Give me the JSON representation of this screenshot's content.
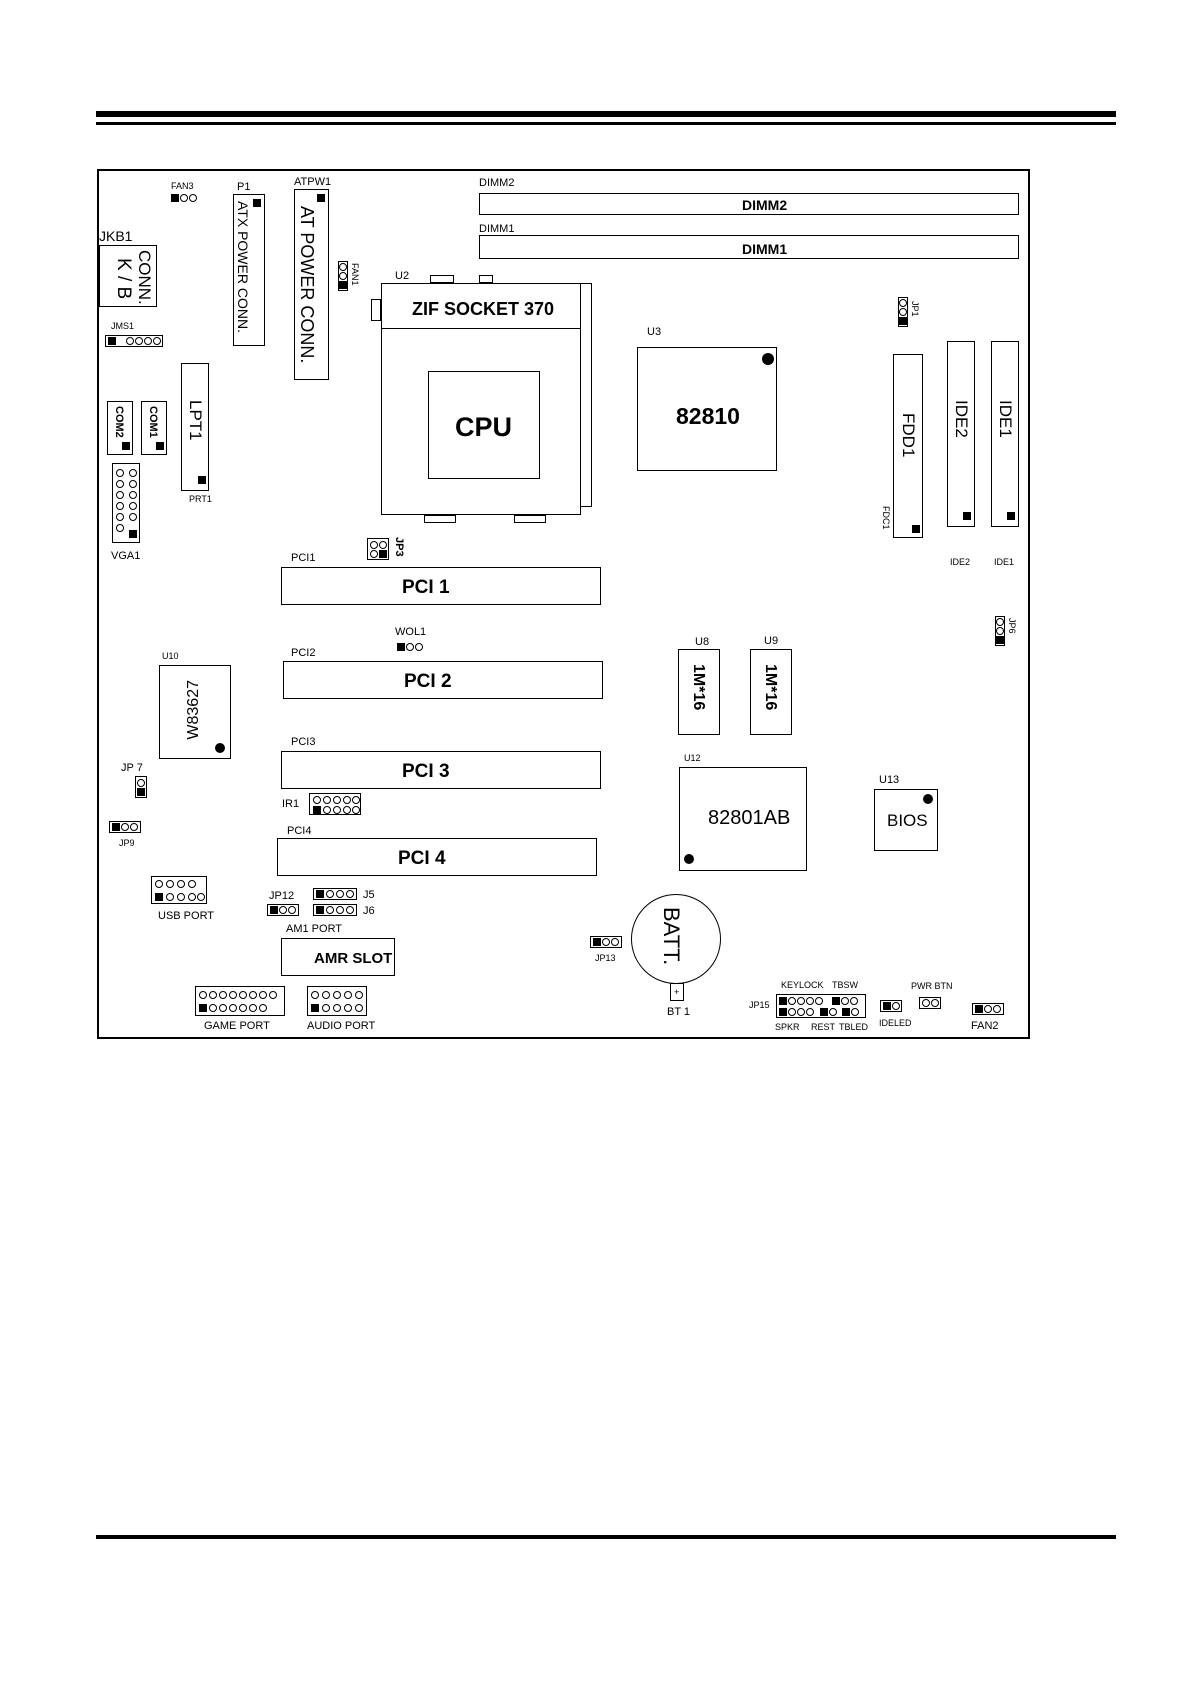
{
  "board": {
    "chips": {
      "cpu": "CPU",
      "zif": "ZIF SOCKET 370",
      "u2": "U2",
      "u3_ref": "U3",
      "u3_part": "82810",
      "u8_ref": "U8",
      "u8_part": "1M*16",
      "u9_ref": "U9",
      "u9_part": "1M*16",
      "u10_ref": "U10",
      "u10_part": "W83627",
      "u12_ref": "U12",
      "u12_part": "82801AB",
      "u13_ref": "U13",
      "u13_part": "BIOS"
    },
    "memory": {
      "dimm2_label": "DIMM2",
      "dimm2_text": "DIMM2",
      "dimm1_label": "DIMM1",
      "dimm1_text": "DIMM1"
    },
    "slots": {
      "pci1_label": "PCI1",
      "pci1_text": "PCI 1",
      "pci2_label": "PCI2",
      "pci2_text": "PCI 2",
      "pci3_label": "PCI3",
      "pci3_text": "PCI 3",
      "pci4_label": "PCI4",
      "pci4_text": "PCI 4",
      "amr_label": "AM1 PORT",
      "amr_text": "AMR SLOT"
    },
    "power": {
      "p1": "P1",
      "atx": "ATX POWER CONN.",
      "atpw1": "ATPW1",
      "at": "AT POWER CONN."
    },
    "io": {
      "jkb1": "JKB1",
      "kb": "K / B",
      "kb_conn": "CONN.",
      "jms1": "JMS1",
      "com2": "COM2",
      "com1": "COM1",
      "lpt1": "LPT1",
      "prt1": "PRT1",
      "vga1": "VGA1",
      "fdd1": "FDD1",
      "fdc1": "FDC1",
      "ide2": "IDE2",
      "ide1": "IDE1",
      "ide2_ref": "IDE2",
      "ide1_ref": "IDE1",
      "usb": "USB PORT",
      "game": "GAME PORT",
      "audio": "AUDIO PORT",
      "batt": "BATT.",
      "bt1": "BT 1",
      "batt_plus": "+"
    },
    "headers": {
      "fan3": "FAN3",
      "fan1": "FAN1",
      "fan2": "FAN2",
      "jp1": "JP1",
      "jp3": "JP3",
      "jp6": "JP6",
      "jp7": "JP 7",
      "jp9": "JP9",
      "jp12": "JP12",
      "jp13": "JP13",
      "jp15": "JP15",
      "j5": "J5",
      "j6": "J6",
      "wol1": "WOL1",
      "ir1": "IR1",
      "keylock": "KEYLOCK",
      "tbsw": "TBSW",
      "pwrbtn": "PWR BTN",
      "spkr": "SPKR",
      "rest": "REST",
      "tbled": "TBLED",
      "ideled": "IDELED"
    }
  }
}
